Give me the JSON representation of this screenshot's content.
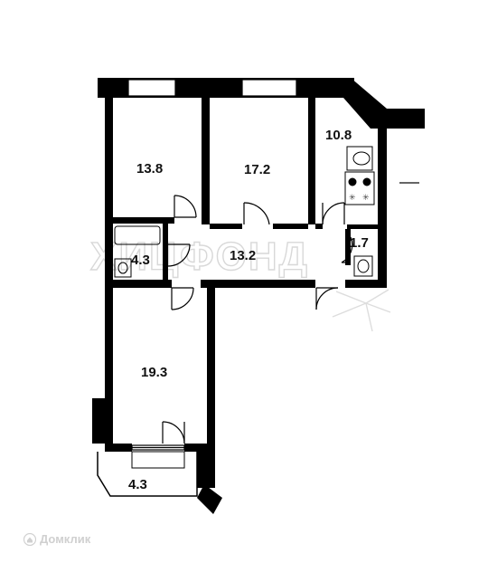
{
  "watermark": "ХИЦФОНД",
  "credit": {
    "text": "Домклик",
    "icon": "house-logo-icon"
  },
  "rooms": [
    {
      "id": "room-left-upper",
      "area": "13.8"
    },
    {
      "id": "room-middle",
      "area": "17.2"
    },
    {
      "id": "kitchen",
      "area": "10.8"
    },
    {
      "id": "bathroom",
      "area": "4.3"
    },
    {
      "id": "hallway",
      "area": "13.2"
    },
    {
      "id": "toilet",
      "area": "1.7"
    },
    {
      "id": "room-lower",
      "area": "19.3"
    },
    {
      "id": "balcony",
      "area": "4.3"
    }
  ],
  "colors": {
    "wall": "#000000",
    "background": "#ffffff",
    "watermark": "#d8d8d8"
  }
}
